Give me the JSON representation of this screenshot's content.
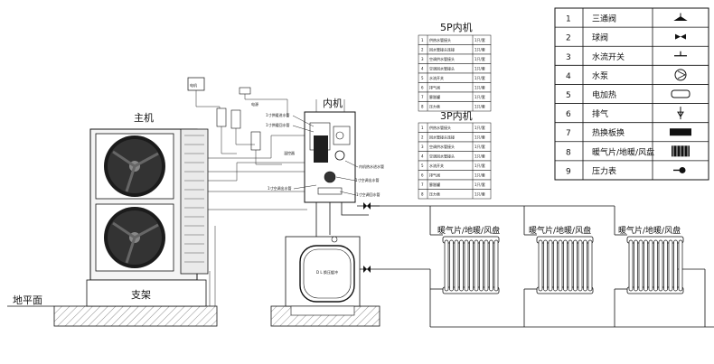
{
  "labels": {
    "main_unit": "主机",
    "indoor_unit": "内机",
    "stand": "支架",
    "ground": "地平面",
    "tank_label": "D L 换压缓冲",
    "power_box": "电机",
    "wire_label": "电源"
  },
  "radiator_label": "暖气片/地暖/风盘",
  "legend": {
    "items": [
      {
        "num": "1",
        "name": "三通阀",
        "icon": "three-way-valve-icon"
      },
      {
        "num": "2",
        "name": "球阀",
        "icon": "ball-valve-icon"
      },
      {
        "num": "3",
        "name": "水流开关",
        "icon": "flow-switch-icon"
      },
      {
        "num": "4",
        "name": "水泵",
        "icon": "water-pump-icon"
      },
      {
        "num": "5",
        "name": "电加热",
        "icon": "electric-heater-icon"
      },
      {
        "num": "6",
        "name": "排气",
        "icon": "air-vent-icon"
      },
      {
        "num": "7",
        "name": "热换板换",
        "icon": "plate-heat-exchanger-icon"
      },
      {
        "num": "8",
        "name": "暖气片/地暖/风盘",
        "icon": "radiator-icon"
      },
      {
        "num": "9",
        "name": "压力表",
        "icon": "pressure-gauge-icon"
      }
    ]
  },
  "spec_tables": [
    {
      "title": "5P内机",
      "rows": [
        {
          "num": "1",
          "desc": "供热水管接头",
          "unit": "1只/套"
        },
        {
          "num": "2",
          "desc": "回水管接头连接",
          "unit": "1只/套"
        },
        {
          "num": "3",
          "desc": "空调供水管接头",
          "unit": "1只/套"
        },
        {
          "num": "4",
          "desc": "空调回水管接头",
          "unit": "1只/套"
        },
        {
          "num": "5",
          "desc": "水流开关",
          "unit": "1只/套"
        },
        {
          "num": "6",
          "desc": "排气阀",
          "unit": "1只/套"
        },
        {
          "num": "7",
          "desc": "膨胀罐",
          "unit": "1只/套"
        },
        {
          "num": "8",
          "desc": "压力表",
          "unit": "1只/套"
        }
      ]
    },
    {
      "title": "3P内机",
      "rows": [
        {
          "num": "1",
          "desc": "供热水管接头",
          "unit": "1只/套"
        },
        {
          "num": "2",
          "desc": "回水管接头连接",
          "unit": "1只/套"
        },
        {
          "num": "3",
          "desc": "空调供水管接头",
          "unit": "1只/套"
        },
        {
          "num": "4",
          "desc": "空调回水管接头",
          "unit": "1只/套"
        },
        {
          "num": "5",
          "desc": "水流开关",
          "unit": "1只/套"
        },
        {
          "num": "6",
          "desc": "排气阀",
          "unit": "1只/套"
        },
        {
          "num": "7",
          "desc": "膨胀罐",
          "unit": "1只/套"
        },
        {
          "num": "8",
          "desc": "压力表",
          "unit": "1只/套"
        }
      ]
    }
  ],
  "indoor_callouts": [
    "1寸供暖进水管",
    "1寸供暖回水管",
    "内机热水进水管",
    "1寸空调出水管",
    "1寸空调回水管",
    "1寸空调出水管",
    "温控器"
  ]
}
